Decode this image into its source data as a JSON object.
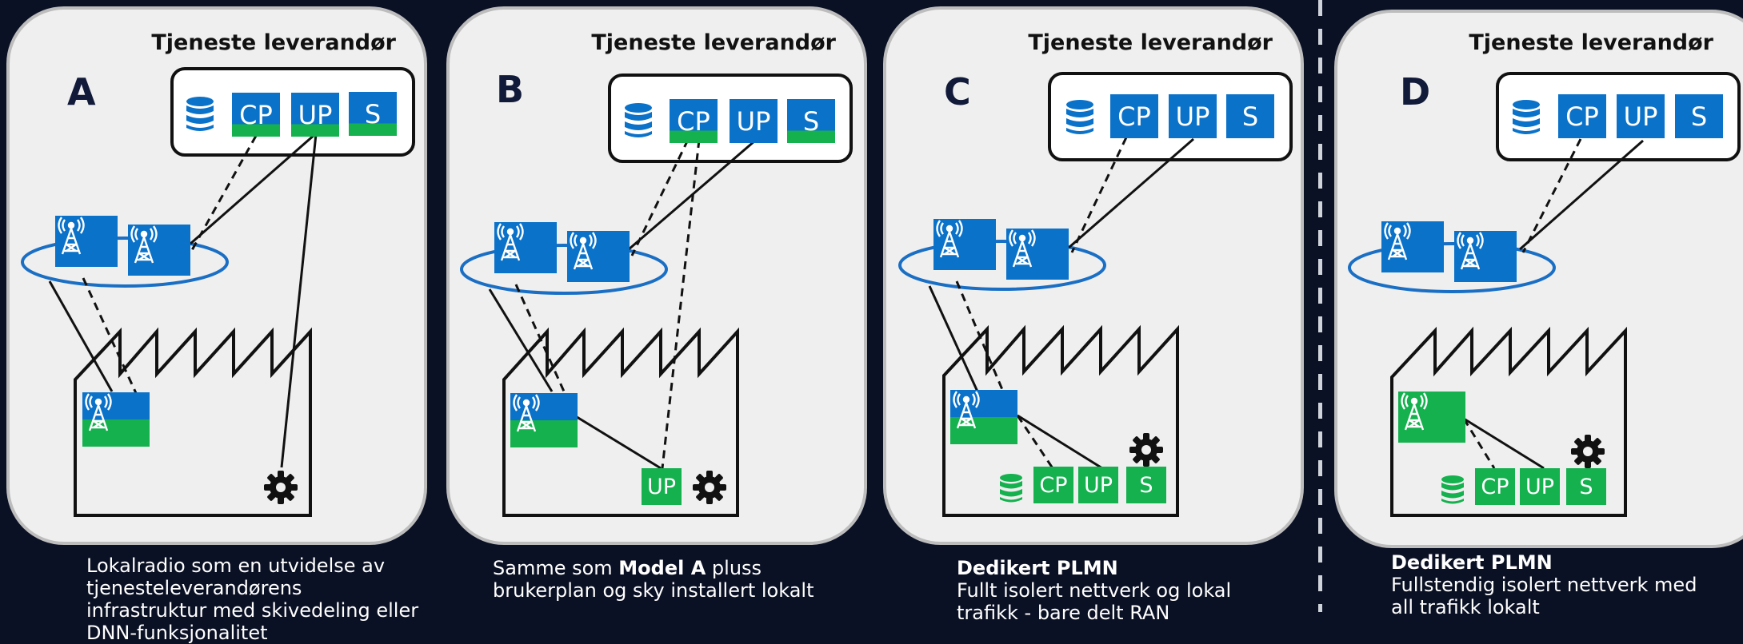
{
  "header_label": "Tjeneste leverandør",
  "panels": [
    {
      "letter": "A",
      "caption": "Lokalradio som en utvidelse av\ntjenesteleverandørens\ninfrastruktur med skivedeling eller\nDNN-funksjonalitet"
    },
    {
      "letter": "B",
      "caption_pre": "Samme som ",
      "caption_bold": "Model A",
      "caption_post": " pluss\nbrukerplan og sky installert lokalt"
    },
    {
      "letter": "C",
      "caption_bold": "Dedikert PLMN",
      "caption_post": "Fullt isolert nettverk og lokal\ntrafikk - bare delt RAN"
    },
    {
      "letter": "D",
      "caption_bold": "Dedikert PLMN",
      "caption_post": "Fullstendig isolert nettverk med\nall trafikk lokalt"
    }
  ],
  "nf_labels": {
    "cp": "CP",
    "up": "UP",
    "s": "S"
  },
  "colors": {
    "background": "#0b1124",
    "panel": "#efefef",
    "blue": "#0b72c9",
    "green": "#14b14e",
    "ellipse": "#1a6fc4"
  },
  "icons": [
    "database-icon",
    "antenna-icon",
    "gear-icon",
    "factory-icon"
  ]
}
